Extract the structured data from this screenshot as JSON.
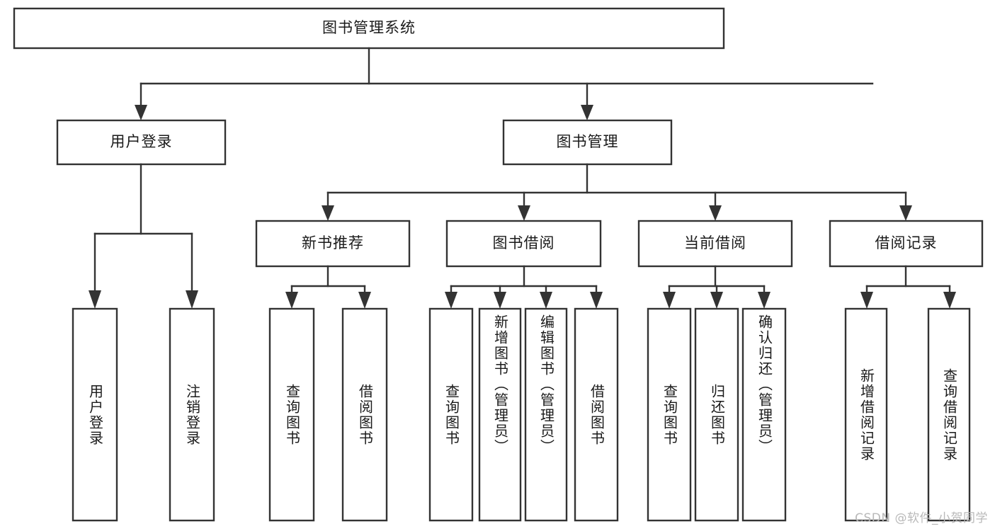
{
  "diagram": {
    "type": "tree-hierarchy",
    "title": "图书管理系统",
    "watermark": "CSDN @软件_小贺同学",
    "colors": {
      "stroke": "#333333",
      "fill": "#ffffff",
      "text": "#1a1a1a",
      "watermark": "#b9b9b9",
      "background": "#ffffff"
    },
    "levels": {
      "root": {
        "label": "图书管理系统"
      },
      "level1": [
        {
          "label": "用户登录"
        },
        {
          "label": "图书管理"
        }
      ],
      "level2": [
        {
          "label": "新书推荐"
        },
        {
          "label": "图书借阅"
        },
        {
          "label": "当前借阅"
        },
        {
          "label": "借阅记录"
        }
      ]
    },
    "nodes": {
      "root": "图书管理系统",
      "user_login": "用户登录",
      "book_manage": "图书管理",
      "new_book_recommend": "新书推荐",
      "book_borrow": "图书借阅",
      "current_borrow": "当前借阅",
      "borrow_record": "借阅记录",
      "leaf_user_login": "用户登录",
      "leaf_logout": "注销登录",
      "leaf_query_book_1": "查询图书",
      "leaf_borrow_book_1": "借阅图书",
      "leaf_query_book_2": "查询图书",
      "leaf_add_book_admin": "新增图书（管理员）",
      "leaf_edit_book_admin": "编辑图书（管理员）",
      "leaf_borrow_book_2": "借阅图书",
      "leaf_query_book_3": "查询图书",
      "leaf_return_book": "归还图书",
      "leaf_confirm_return_admin": "确认归还（管理员）",
      "leaf_add_record": "新增借阅记录",
      "leaf_query_record": "查询借阅记录"
    }
  }
}
